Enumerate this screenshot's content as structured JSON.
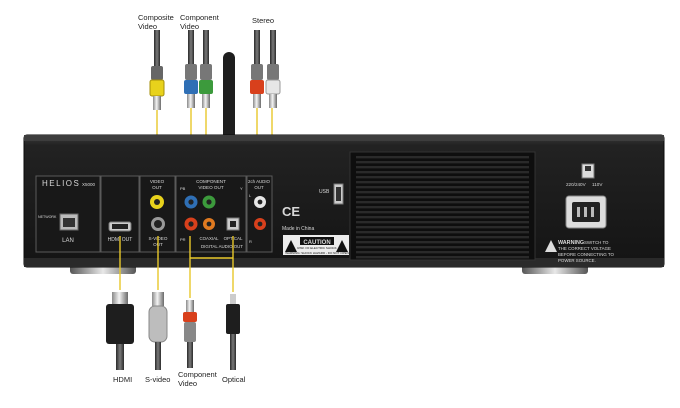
{
  "top_labels": {
    "composite": [
      "Composite",
      "Video"
    ],
    "component": [
      "Component",
      "Video"
    ],
    "stereo": "Stereo"
  },
  "bottom_labels": {
    "hdmi": "HDMI",
    "svideo": "S-video",
    "component": [
      "Component",
      "Video"
    ],
    "optical": "Optical"
  },
  "panel": {
    "brand": "HELIOS",
    "model": "X5000",
    "network": "NETWORK",
    "lan": "LAN",
    "hdmi_out": "HDMI OUT",
    "video_out": [
      "VIDEO",
      "OUT"
    ],
    "svideo": [
      "S-VIDEO",
      "OUT"
    ],
    "component_out": [
      "COMPONENT",
      "VIDEO OUT"
    ],
    "coaxial": "COAXIAL",
    "optical": "OPTICAL",
    "digital_audio_out": "DIGITAL AUDIO OUT",
    "audio_out": [
      "2ch AUDIO",
      "OUT"
    ],
    "y_mark": "Y",
    "pb_mark": "PB",
    "pr_mark": "PR",
    "l_mark": "L",
    "r_mark": "R",
    "ce": "CE",
    "made_in": "Made in China",
    "caution": "CAUTION",
    "caution_sub": "RISK OF ELECTRIC SHOCK",
    "warning_line": "WARNING: SHOCK HAZARD - DO NOT OPEN",
    "usb": "USB",
    "voltage_left": "220/240V",
    "voltage_right": "110V",
    "warning_title": "WARNING",
    "warning_text": [
      "SWITCH TO",
      "THE CORRECT VOLTAGE",
      "BEFORE CONNECTING TO",
      "POWER SOURCE."
    ]
  },
  "colors": {
    "chassis": "#1b1b1b",
    "yellow_plug": "#e8d21c",
    "red_plug": "#d8401c",
    "green_plug": "#3c9a3c",
    "blue_plug": "#2f6fb5",
    "cable_link": "#e8c82a"
  }
}
